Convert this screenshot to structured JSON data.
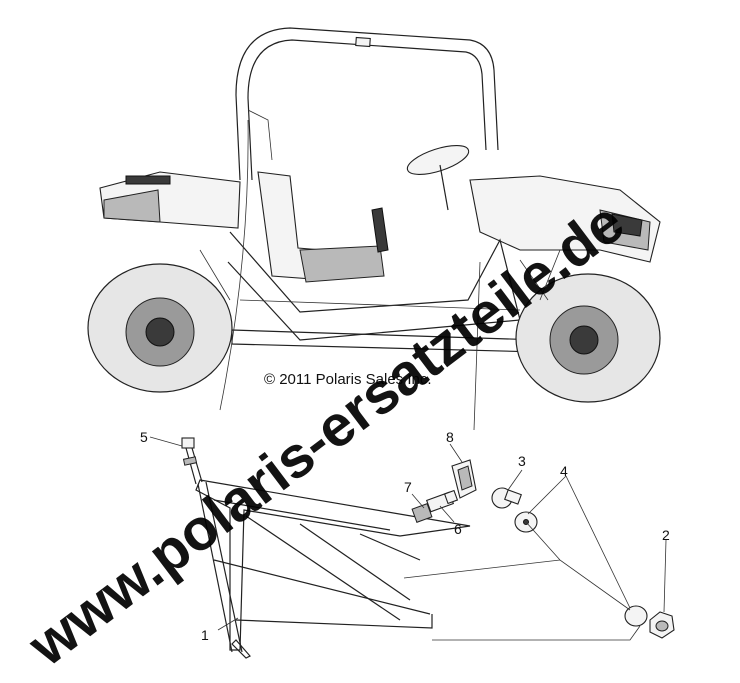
{
  "copyright": "© 2011 Polaris Sales Inc.",
  "watermark": "www.polaris-ersatzteile.de",
  "callouts": [
    "1",
    "2",
    "3",
    "4",
    "5",
    "6",
    "7",
    "8"
  ],
  "colors": {
    "line": "#222222",
    "tire": "#e6e6e6",
    "watermark": "#000000"
  }
}
